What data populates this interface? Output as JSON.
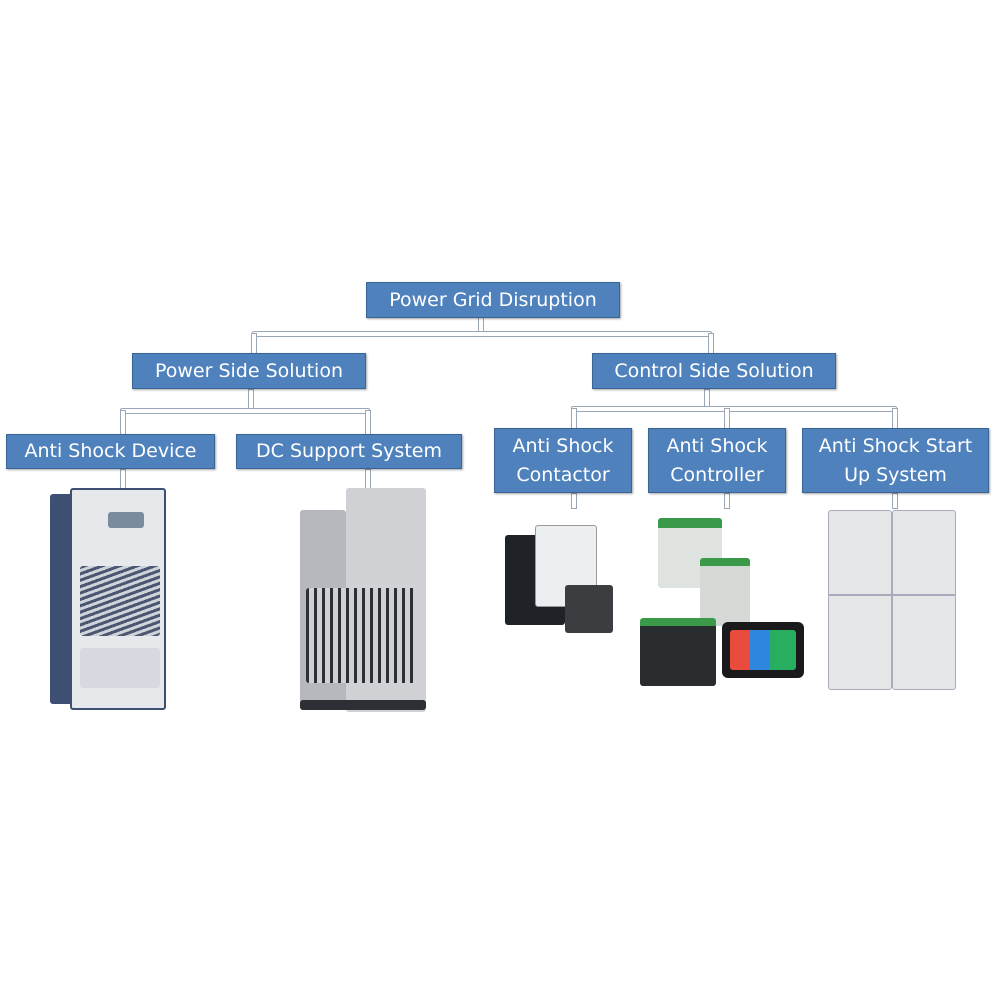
{
  "root": {
    "label": "Power Grid Disruption"
  },
  "power_side": {
    "label": "Power Side Solution",
    "children": [
      {
        "label": "Anti Shock Device"
      },
      {
        "label": "DC Support System"
      }
    ]
  },
  "control_side": {
    "label": "Control Side Solution",
    "children": [
      {
        "label": "Anti Shock Contactor"
      },
      {
        "label": "Anti Shock Controller"
      },
      {
        "label": "Anti Shock Start Up System"
      }
    ]
  },
  "colors": {
    "box_fill": "#4f81bd",
    "box_border": "#3a6496",
    "connector": "#9aa7b8"
  }
}
